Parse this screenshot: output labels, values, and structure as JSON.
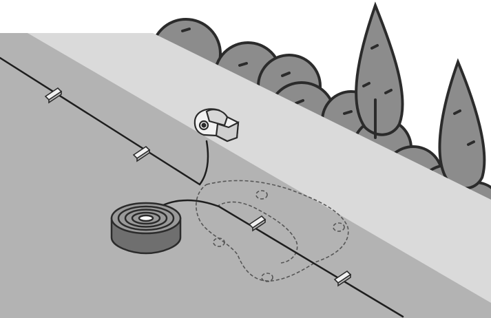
{
  "illustration": {
    "colors": {
      "background": "#ffffff",
      "lawn": "#b3b3b3",
      "path_strip": "#dadada",
      "tree_fill": "#8c8c8c",
      "outline": "#2b2b2b",
      "wire": "#1e1e1e",
      "coil_light": "#9a9a9a",
      "coil_dark": "#6f6f6f",
      "station_light": "#f2f2f2",
      "peg": "#f0f0f0",
      "dashed_outline": "#555555"
    },
    "elements": [
      "hedge-bushes",
      "cypress-trees",
      "lawn",
      "paved-path-strip",
      "boundary-wire",
      "wire-pegs",
      "wire-coil",
      "charging-station",
      "mower-outline-dashed"
    ]
  }
}
